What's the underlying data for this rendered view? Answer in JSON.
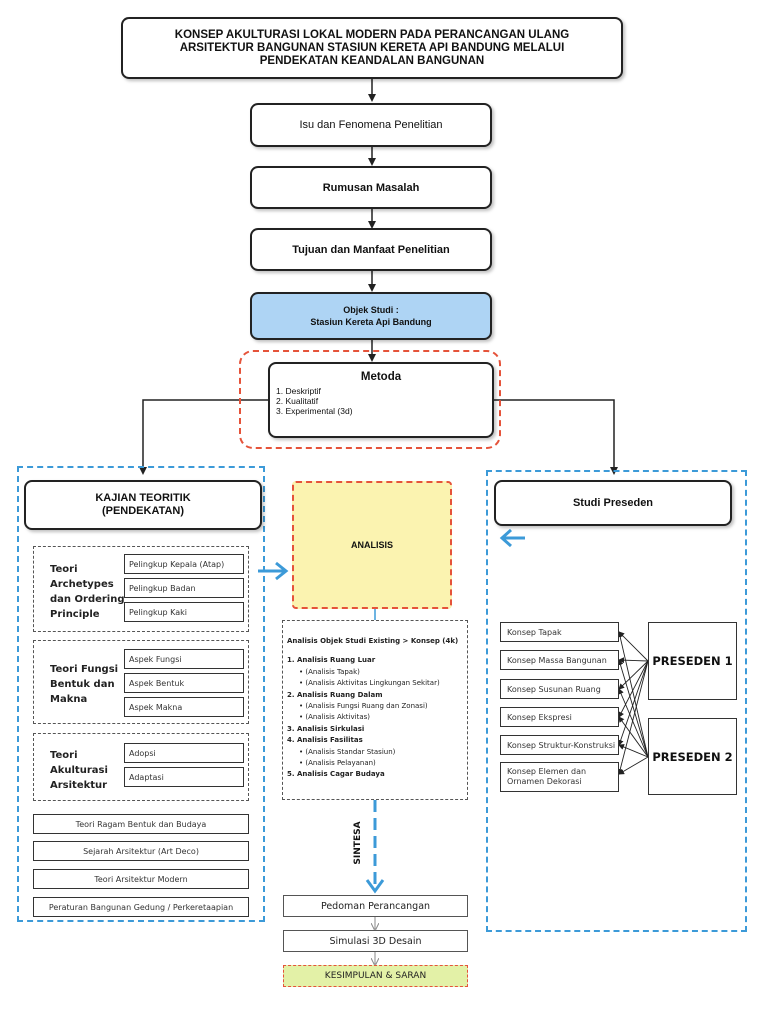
{
  "title": "KONSEP AKULTURASI LOKAL MODERN PADA PERANCANGAN ULANG ARSITEKTUR BANGUNAN STASIUN KERETA API BANDUNG MELALUI PENDEKATAN KEANDALAN BANGUNAN",
  "flow": {
    "isu": "Isu dan Fenomena Penelitian",
    "rumusan": "Rumusan Masalah",
    "tujuan": "Tujuan dan Manfaat Penelitian",
    "objek_line1": "Objek Studi :",
    "objek_line2": "Stasiun Kereta Api Bandung"
  },
  "metoda": {
    "title": "Metoda",
    "items": [
      "1. Deskriptif",
      "2. Kualitatif",
      "3. Experimental (3d)"
    ]
  },
  "kajian": {
    "title_line1": "KAJIAN TEORITIK",
    "title_line2": "(PENDEKATAN)",
    "groups": [
      {
        "label": [
          "Teori",
          "Archetypes",
          "dan Ordering",
          "Principle"
        ],
        "items": [
          "Pelingkup Kepala (Atap)",
          "Pelingkup Badan",
          "Pelingkup Kaki"
        ]
      },
      {
        "label": [
          "Teori Fungsi",
          "Bentuk dan",
          "Makna"
        ],
        "items": [
          "Aspek Fungsi",
          "Aspek Bentuk",
          "Aspek Makna"
        ]
      },
      {
        "label": [
          "Teori",
          "Akulturasi",
          "Arsitektur"
        ],
        "items": [
          "Adopsi",
          "Adaptasi"
        ]
      }
    ],
    "extras": [
      "Teori Ragam Bentuk dan Budaya",
      "Sejarah Arsitektur (Art Deco)",
      "Teori Arsitektur Modern",
      "Peraturan Bangunan Gedung / Perkeretaapian"
    ]
  },
  "analisis": {
    "label": "ANALISIS",
    "heading": "Analisis Objek Studi Existing > Konsep (4k)",
    "lines": [
      {
        "t": "1. Analisis Ruang Luar",
        "b": true
      },
      {
        "t": "•  (Analisis Tapak)",
        "b": false
      },
      {
        "t": "•  (Analisis Aktivitas Lingkungan Sekitar)",
        "b": false
      },
      {
        "t": "2. Analisis Ruang Dalam",
        "b": true
      },
      {
        "t": "•  (Analisis Fungsi Ruang dan Zonasi)",
        "b": false
      },
      {
        "t": "•  (Analisis Aktivitas)",
        "b": false
      },
      {
        "t": "3. Analisis Sirkulasi",
        "b": true
      },
      {
        "t": "4. Analisis Fasilitas",
        "b": true
      },
      {
        "t": "•  (Analisis Standar Stasiun)",
        "b": false
      },
      {
        "t": "•  (Analisis Pelayanan)",
        "b": false
      },
      {
        "t": "5. Analisis Cagar Budaya",
        "b": true
      }
    ]
  },
  "sintesa": "SINTESA",
  "bottom": {
    "pedoman": "Pedoman Perancangan",
    "simulasi": "Simulasi 3D Desain",
    "kesimpulan": "KESIMPULAN & SARAN"
  },
  "preseden": {
    "title": "Studi Preseden",
    "konsep": [
      "Konsep Tapak",
      "Konsep Massa Bangunan",
      "Konsep Susunan Ruang",
      "Konsep Ekspresi",
      "Konsep Struktur-Konstruksi",
      "Konsep Elemen dan Ornamen Dekorasi"
    ],
    "p1": "PRESEDEN 1",
    "p2": "PRESEDEN 2"
  },
  "colors": {
    "blue_dash": "#3c9ad8",
    "red_dash": "#e5533a",
    "objek_fill": "#aed4f4",
    "analisis_fill": "#fbf3b0",
    "kesimpulan_fill": "#e3f1a7"
  }
}
